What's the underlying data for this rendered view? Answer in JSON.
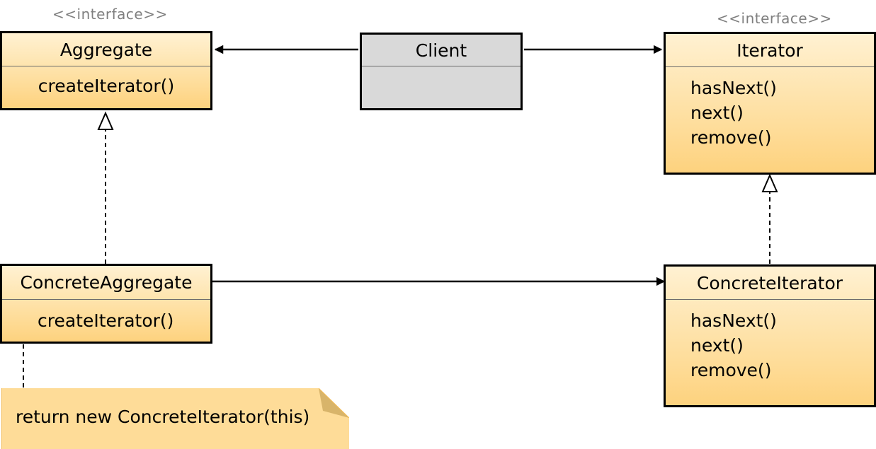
{
  "classes": {
    "aggregate": {
      "stereotype": "<<interface>>",
      "name": "Aggregate",
      "methods": [
        "createIterator()"
      ]
    },
    "client": {
      "name": "Client",
      "methods": []
    },
    "iterator": {
      "stereotype": "<<interface>>",
      "name": "Iterator",
      "methods": [
        "hasNext()",
        "next()",
        "remove()"
      ]
    },
    "concrete_aggregate": {
      "name": "ConcreteAggregate",
      "methods": [
        "createIterator()"
      ]
    },
    "concrete_iterator": {
      "name": "ConcreteIterator",
      "methods": [
        "hasNext()",
        "next()",
        "remove()"
      ]
    }
  },
  "note": {
    "text": "return new ConcreteIterator(this)"
  },
  "colors": {
    "class_fill": "#fedc98",
    "client_fill": "#d9d9d9",
    "stereotype_text": "#7f7f7f",
    "note_fill": "#fedc98"
  }
}
